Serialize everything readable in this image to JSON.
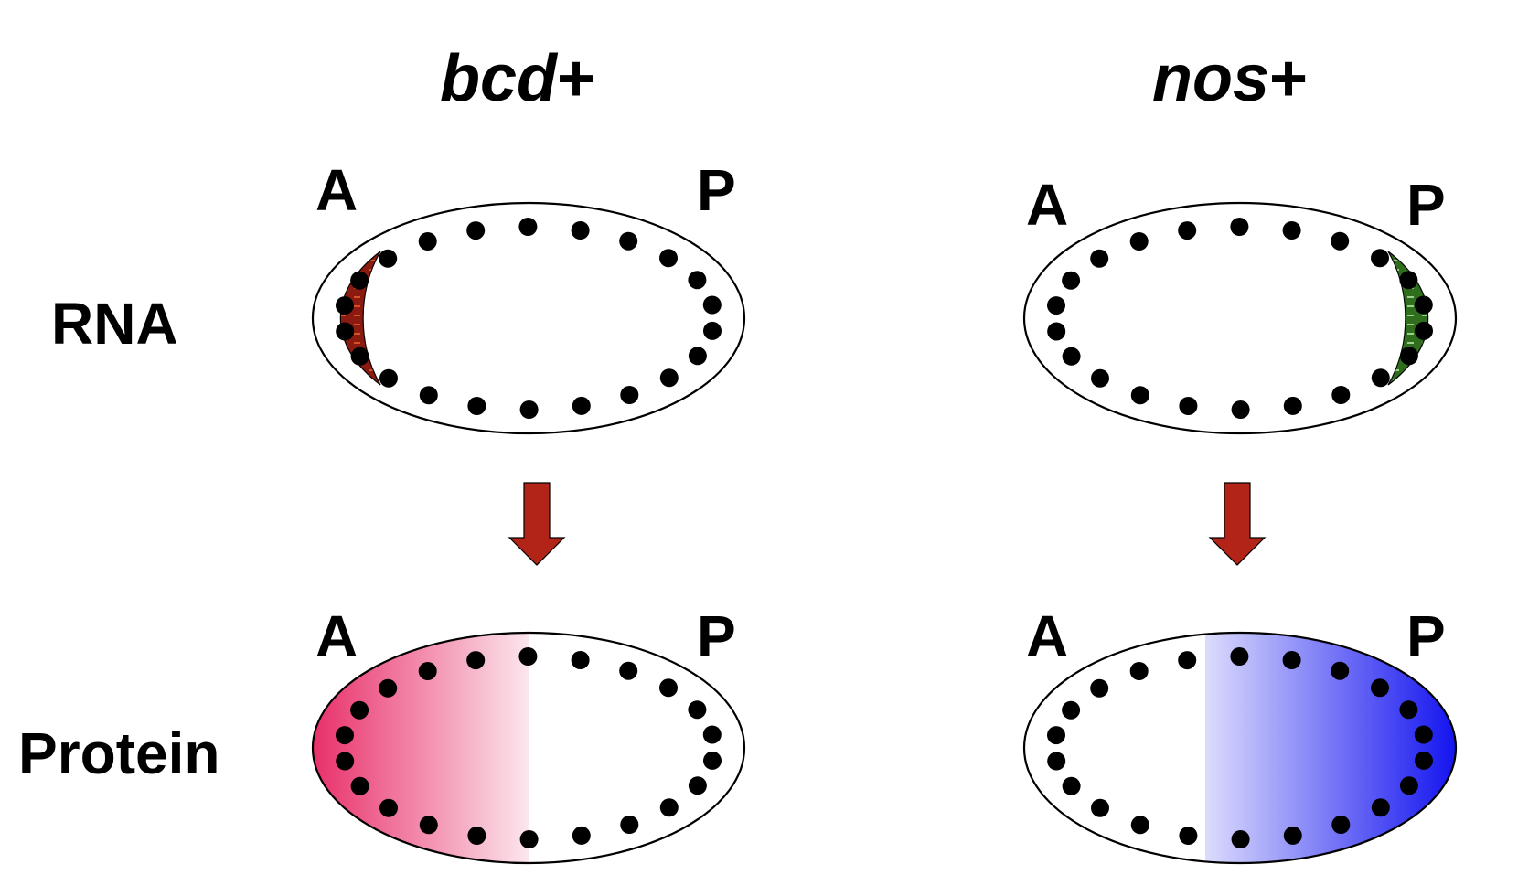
{
  "columns": [
    {
      "gene": "bcd",
      "suffix": "+",
      "anterior_label": "A",
      "posterior_label": "P",
      "rna_color": "#8b1a10",
      "rna_dash_color": "#e8602c",
      "protein_color": "#e8306a"
    },
    {
      "gene": "nos",
      "suffix": "+",
      "anterior_label": "A",
      "posterior_label": "P",
      "rna_color": "#2e6e1c",
      "rna_dash_color": "#b8e8a8",
      "protein_color": "#1414f0"
    }
  ],
  "rows": {
    "rna_label": "RNA",
    "protein_label": "Protein"
  },
  "arrow_color": "#b22418",
  "nucleus_color": "#000000"
}
